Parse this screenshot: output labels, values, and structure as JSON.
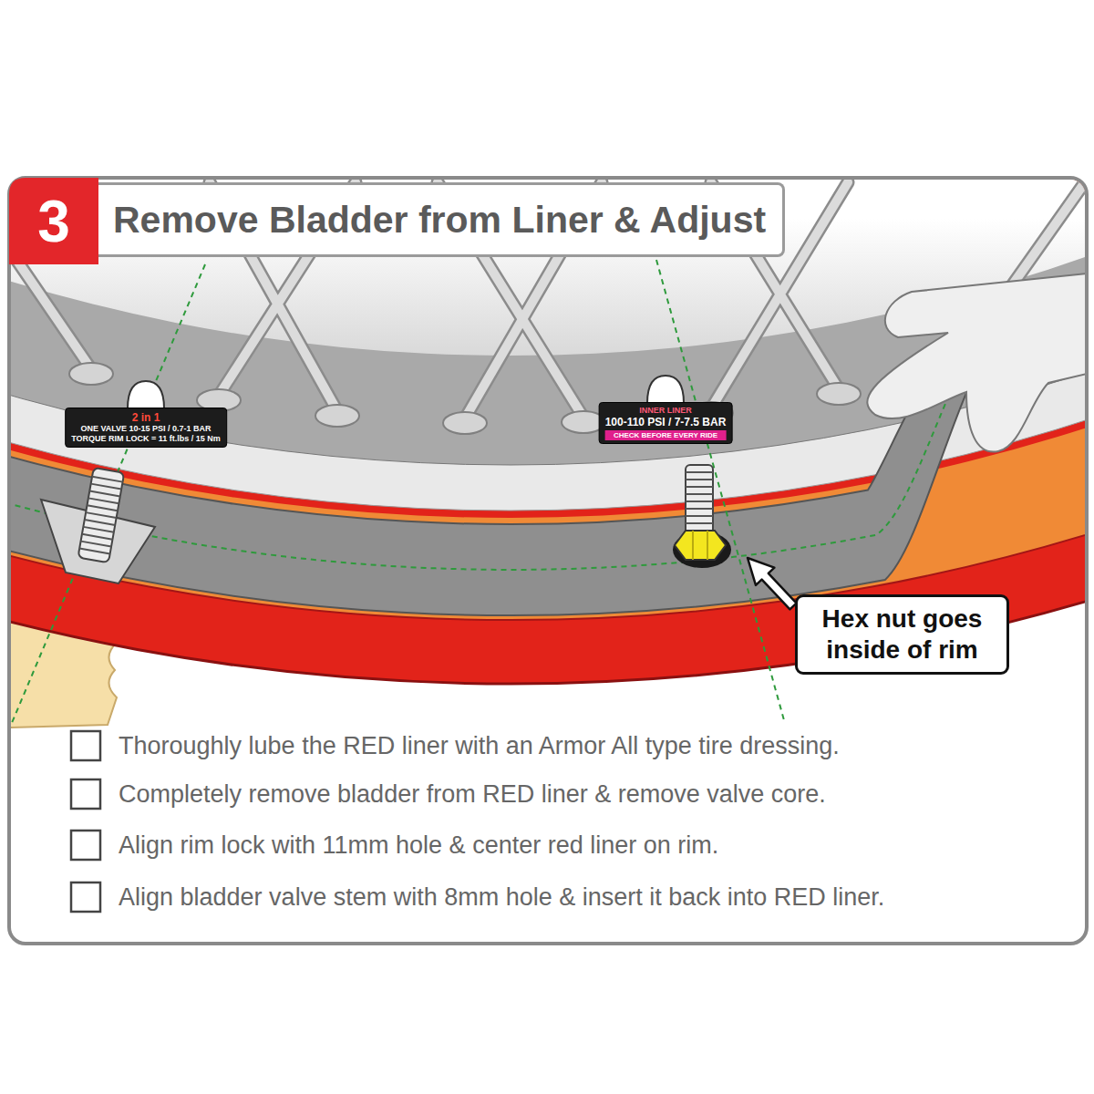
{
  "diagram": {
    "title": "Remove Bladder from Liner & Adjust",
    "nodes": [
      {
        "text": [
          "Hex nut goes inside of rim"
        ]
      }
    ],
    "labels": [
      "3",
      "Thoroughly lube the RED liner with an Armor All type tire dressing.",
      "Completely remove bladder from RED liner & remove valve core.",
      "Align rim lock with 11mm hole & center red liner on rim.",
      "Align bladder valve stem with 8mm hole & insert it back into RED liner.",
      "2 in 1",
      "ONE VALVE 10-15 PSI / 0.7-1 BAR",
      "TORQUE RIM LOCK = 11 ft.lbs / 15 Nm",
      "INNER LINER",
      "100-110 PSI / 7-7.5 BAR",
      "CHECK BEFORE EVERY RIDE"
    ]
  }
}
